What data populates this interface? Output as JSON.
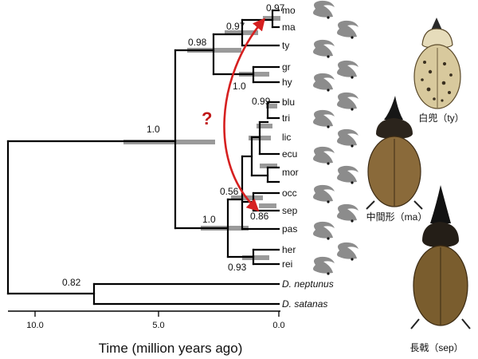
{
  "figure": {
    "tips": [
      "mo",
      "ma",
      "ty",
      "gr",
      "hy",
      "blu",
      "tri",
      "lic",
      "ecu",
      "mor",
      "occ",
      "sep",
      "pas",
      "her",
      "rei",
      "D. neptunus",
      "D. satanas"
    ],
    "support_values": [
      "0.97",
      "0.97",
      "0.98",
      "1.0",
      "1.0",
      "0.99",
      "0.56",
      "0.86",
      "1.0",
      "0.93",
      "0.82"
    ],
    "axis": {
      "ticks": [
        "10.0",
        "5.0",
        "0.0"
      ],
      "title": "Time (million years ago)"
    },
    "question_mark": "?",
    "photo_captions": [
      "白兜（ty）",
      "中間形（ma）",
      "長戟（sep）"
    ]
  },
  "colors": {
    "branch": "#000000",
    "error_bar": "#9a9a9a",
    "arrow": "#d62020",
    "question": "#c01818",
    "horn_silhouette": "#8c8c8c"
  },
  "icons": [
    "horn-silhouette-icon",
    "beetle-photo-icon"
  ]
}
